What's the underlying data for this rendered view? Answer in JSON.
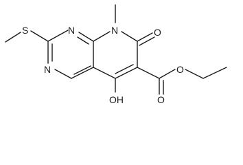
{
  "molecule": {
    "atoms": {
      "s_methylthio": "S",
      "n1_top": "N",
      "n3_left": "N",
      "n8_ring": "N",
      "o_keto": "O",
      "o_hydroxy": "OH",
      "o_ester_carbonyl": "O",
      "o_ester_ether": "O"
    }
  }
}
